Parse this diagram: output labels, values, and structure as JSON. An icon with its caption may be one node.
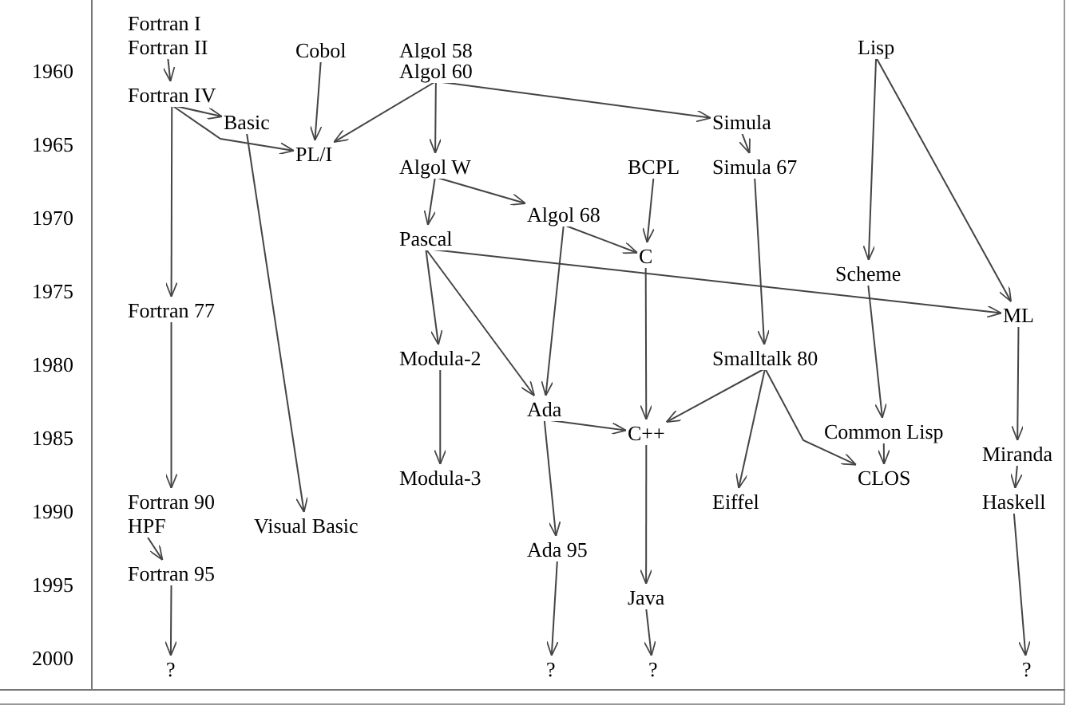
{
  "diagram": {
    "nodes": [
      {
        "text": [
          "Fortran I"
        ]
      },
      {
        "text": [
          "Fortran II"
        ]
      },
      {
        "text": [
          "Cobol"
        ]
      },
      {
        "text": [
          "Algol 58"
        ]
      },
      {
        "text": [
          "Algol 60"
        ]
      },
      {
        "text": [
          "Lisp"
        ]
      },
      {
        "text": [
          "Fortran IV"
        ]
      },
      {
        "text": [
          "Basic"
        ]
      },
      {
        "text": [
          "PL/I"
        ]
      },
      {
        "text": [
          "Simula"
        ]
      },
      {
        "text": [
          "Algol W"
        ]
      },
      {
        "text": [
          "BCPL"
        ]
      },
      {
        "text": [
          "Simula 67"
        ]
      },
      {
        "text": [
          "Algol 68"
        ]
      },
      {
        "text": [
          "Pascal"
        ]
      },
      {
        "text": [
          "C"
        ]
      },
      {
        "text": [
          "Scheme"
        ]
      },
      {
        "text": [
          "Fortran 77"
        ]
      },
      {
        "text": [
          "ML"
        ]
      },
      {
        "text": [
          "Modula-2"
        ]
      },
      {
        "text": [
          "Smalltalk 80"
        ]
      },
      {
        "text": [
          "Ada"
        ]
      },
      {
        "text": [
          "C++"
        ]
      },
      {
        "text": [
          "Common Lisp"
        ]
      },
      {
        "text": [
          "Miranda"
        ]
      },
      {
        "text": [
          "Modula-3"
        ]
      },
      {
        "text": [
          "CLOS"
        ]
      },
      {
        "text": [
          "Fortran 90"
        ]
      },
      {
        "text": [
          "Visual Basic"
        ]
      },
      {
        "text": [
          "Eiffel"
        ]
      },
      {
        "text": [
          "Haskell"
        ]
      },
      {
        "text": [
          "HPF"
        ]
      },
      {
        "text": [
          "Ada 95"
        ]
      },
      {
        "text": [
          "Fortran 95"
        ]
      },
      {
        "text": [
          "Java"
        ]
      },
      {
        "text": [
          "?"
        ]
      },
      {
        "text": [
          "?"
        ]
      },
      {
        "text": [
          "?"
        ]
      },
      {
        "text": [
          "?"
        ]
      }
    ],
    "edges": [
      {
        "from": 1,
        "to": 6,
        "arrow": "to"
      },
      {
        "from": 6,
        "to": 7,
        "arrow": "to"
      },
      {
        "from": 6,
        "to": 8,
        "arrow": "to"
      },
      {
        "from": 6,
        "to": 17,
        "arrow": "to"
      },
      {
        "from": 2,
        "to": 8,
        "arrow": "to"
      },
      {
        "from": 4,
        "to": 8,
        "arrow": "to"
      },
      {
        "from": 4,
        "to": 9,
        "arrow": "to"
      },
      {
        "from": 4,
        "to": 10,
        "arrow": "to"
      },
      {
        "from": 7,
        "to": 28,
        "arrow": "to"
      },
      {
        "from": 9,
        "to": 12,
        "arrow": "to"
      },
      {
        "from": 10,
        "to": 13,
        "arrow": "to"
      },
      {
        "from": 10,
        "to": 14,
        "arrow": "to"
      },
      {
        "from": 11,
        "to": 15,
        "arrow": "to"
      },
      {
        "from": 13,
        "to": 15,
        "arrow": "to"
      },
      {
        "from": 13,
        "to": 21,
        "arrow": "to"
      },
      {
        "from": 12,
        "to": 20,
        "arrow": "to"
      },
      {
        "from": 5,
        "to": 16,
        "arrow": "to"
      },
      {
        "from": 5,
        "to": 18,
        "arrow": "to"
      },
      {
        "from": 14,
        "to": 18,
        "arrow": "to"
      },
      {
        "from": 14,
        "to": 19,
        "arrow": "to"
      },
      {
        "from": 14,
        "to": 21,
        "arrow": "to"
      },
      {
        "from": 17,
        "to": 27,
        "arrow": "to"
      },
      {
        "from": 15,
        "to": 22,
        "arrow": "to"
      },
      {
        "from": 16,
        "to": 23,
        "arrow": "to"
      },
      {
        "from": 18,
        "to": 24,
        "arrow": "to"
      },
      {
        "from": 19,
        "to": 25,
        "arrow": "to"
      },
      {
        "from": 20,
        "to": 22,
        "arrow": "to"
      },
      {
        "from": 20,
        "to": 29,
        "arrow": "to"
      },
      {
        "from": 20,
        "to": 26,
        "arrow": "to"
      },
      {
        "from": 21,
        "to": 22,
        "arrow": "to"
      },
      {
        "from": 21,
        "to": 32,
        "arrow": "to"
      },
      {
        "from": 23,
        "to": 26,
        "arrow": "to"
      },
      {
        "from": 24,
        "to": 30,
        "arrow": "to"
      },
      {
        "from": 31,
        "to": 33,
        "arrow": "to"
      },
      {
        "from": 22,
        "to": 34,
        "arrow": "to"
      },
      {
        "from": 33,
        "to": 35,
        "arrow": "to"
      },
      {
        "from": 32,
        "to": 36,
        "arrow": "to"
      },
      {
        "from": 34,
        "to": 37,
        "arrow": "to"
      },
      {
        "from": 30,
        "to": 38,
        "arrow": "to"
      }
    ],
    "labels": [
      "1960",
      "1965",
      "1970",
      "1975",
      "1980",
      "1985",
      "1990",
      "1995",
      "2000"
    ]
  }
}
